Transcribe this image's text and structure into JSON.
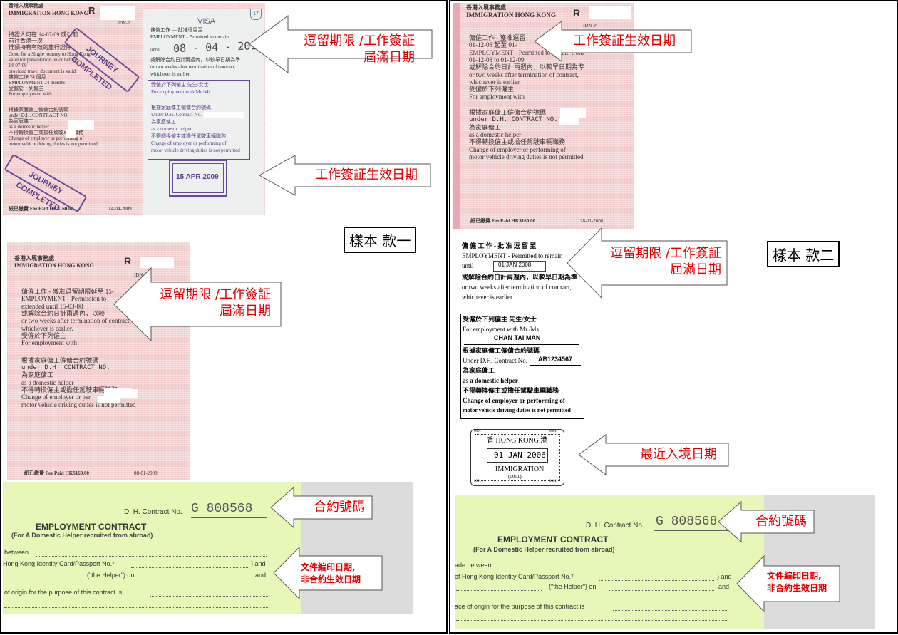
{
  "labels": {
    "stay_limit": [
      "逗留期限 /工作簽証",
      "屆滿日期"
    ],
    "visa_effective": "工作簽証生效日期",
    "contract_no": "合約號碼",
    "print_date": [
      "文件編印日期,",
      "非合約生效日期"
    ],
    "latest_entry": "最近入境日期",
    "sample1": "樣本 款一",
    "sample2": "樣本 款二"
  },
  "passport1": {
    "office_cn": "香港入境事務處",
    "office_en": "IMMIGRATION HONG KONG",
    "r": "R",
    "idn": "IDN-P",
    "lines": [
      "持證人可在 14-07-09 或以前",
      "前往香港一次",
      "惟須持有有效的旅行證件",
      "Good for a Single journey to Hong Kong",
      "valid for presentation on or before",
      "14-07-09",
      "provided travel document is valid",
      "傭僱工作 24 個月",
      "EMPLOYMENT 24 months",
      "受僱於下列僱主",
      "For employment with",
      "",
      "根據家庭傭工僱傭合約號碼",
      "under D.H. CONTRACT NO.",
      "為家庭傭工",
      "as a domestic helper",
      "不得轉換僱主或擔任駕駛車輛職務",
      "Change of employer or performing of",
      "motor vehicle driving duties is not permitted"
    ],
    "fee": "紙已繳費    Fee Paid HK$160.00",
    "fee_date": "14-04-2009",
    "stamp_text": "JOURNEY COMPLETED",
    "visa": "VISA",
    "visa_lines": [
      "傭僱工作 — 批准逗留至",
      "EMPLOYMENT - Permitted to remain",
      "until",
      "或解除合約日計兩週內，以較早日期為準",
      "or two weeks after termination of contract,",
      "whichever is earlier."
    ],
    "visa_handwritten": "08 - 04 - 2010",
    "employer_box": [
      "受僱於下列僱主    先生/女士",
      "For employment with Mr./Ms.",
      "",
      "根據家庭傭工僱傭合約號碼",
      "Under D.H. Contract No.",
      "為家庭傭工",
      "as a domestic helper",
      "不得轉換僱主或擔任駕駛車輛職務",
      "Change of employer or performing of",
      "motor vehicle driving duties is not permitted"
    ],
    "date_stamp": "15 APR 2009",
    "page_no": "17"
  },
  "passport2": {
    "office_cn": "香港入境事務處",
    "office_en": "IMMIGRATION HONG KONG",
    "r": "R",
    "idn": "IDN",
    "lines": [
      "傭僱工作 - 獲准逗留期限延至 15-",
      "EMPLOYMENT - Permission to",
      "extended until 15-03-08",
      "或解除合約日計兩週內，以較",
      "or two weeks after termination of contract,",
      "whichever is earlier.",
      "受僱於下列僱主",
      "For employment with",
      "",
      "根據家庭傭工僱傭合約號碼",
      "under D.H. CONTRACT NO.",
      "為家庭傭工",
      "as a domestic helper",
      "不得轉換僱主或擔任駕駛車輛職務",
      "Change of employer or per",
      "motor vehicle driving duties is not permitted"
    ],
    "fee": "紙已繳費    Fee Paid HK$160.00",
    "fee_date": "08-01-2008"
  },
  "passport3": {
    "office_cn": "香港入境事務處",
    "office_en": "IMMIGRATION HONG KONG",
    "r": "R",
    "idn": "IDN-P",
    "lines": [
      "傭僱工作 - 獲准逗留",
      "01-12-08 起至 01-",
      "EMPLOYMENT - Permitted to remain from",
      "01-12-08 to 01-12-09",
      "或解除合約日計兩週內，以較早日期為準",
      "or two weeks after termination of contract,",
      "whichever is earlier.",
      "受僱於下列僱主",
      "For employment with",
      "",
      "根據家庭傭工僱傭合約號碼",
      "under D.H. CONTRACT NO.",
      "為家庭傭工",
      "as a domestic helper",
      "不得轉換僱主或擔任駕駛車輛職務",
      "Change of employer or performing of",
      "motor vehicle driving duties is not permitted"
    ],
    "fee": "紙已繳費    Fee Paid HK$160.00",
    "fee_date": "28-11-2008"
  },
  "bw_visa": {
    "lines": [
      "傭 僱 工 作 - 批 准 逗 留 至",
      "EMPLOYMENT - Permitted to remain",
      "until",
      "或解除合約日計兩週內，以較早日期為準",
      "or two weeks after termination of contract,",
      "whichever is earlier."
    ],
    "until_date": "01 JAN 2008",
    "box_lines": [
      "受僱於下列僱主             先生/女士",
      "For employment with Mr./Ms.",
      "CHAN TAI MAN",
      "根據家庭傭工僱傭合約號碼",
      "Under D.H. Contract No.",
      "為家庭傭工",
      "as a domestic helper",
      "不得轉換僱主或擔任駕駛車輛職務",
      "Change of employer or performing of",
      "motor vehicle driving duties is not permitted"
    ],
    "contract_value": "AB1234567"
  },
  "entry_stamp": {
    "corner": "0001",
    "title": "香  HONG KONG  港",
    "date": "01 JAN 2006",
    "bottom": "IMMIGRATION",
    "number": "(0001)"
  },
  "contract": {
    "no_label": "D. H. Contract No.",
    "no_value": "G 808568",
    "title": "EMPLOYMENT CONTRACT",
    "subtitle": "(For A Domestic Helper recruited from abroad)",
    "left_lines": [
      "between",
      "Hong Kong Identity Card/Passport No.*",
      "(\"the Helper\") on",
      "of origin for the purpose of this contract is"
    ],
    "right_lines": [
      "ade between",
      "of Hong Kong Identity Card/Passport No.*",
      "(\"the Helper\") on",
      "ace of origin for the purpose of this contract is"
    ],
    "and1": ") and",
    "and2": "and"
  }
}
